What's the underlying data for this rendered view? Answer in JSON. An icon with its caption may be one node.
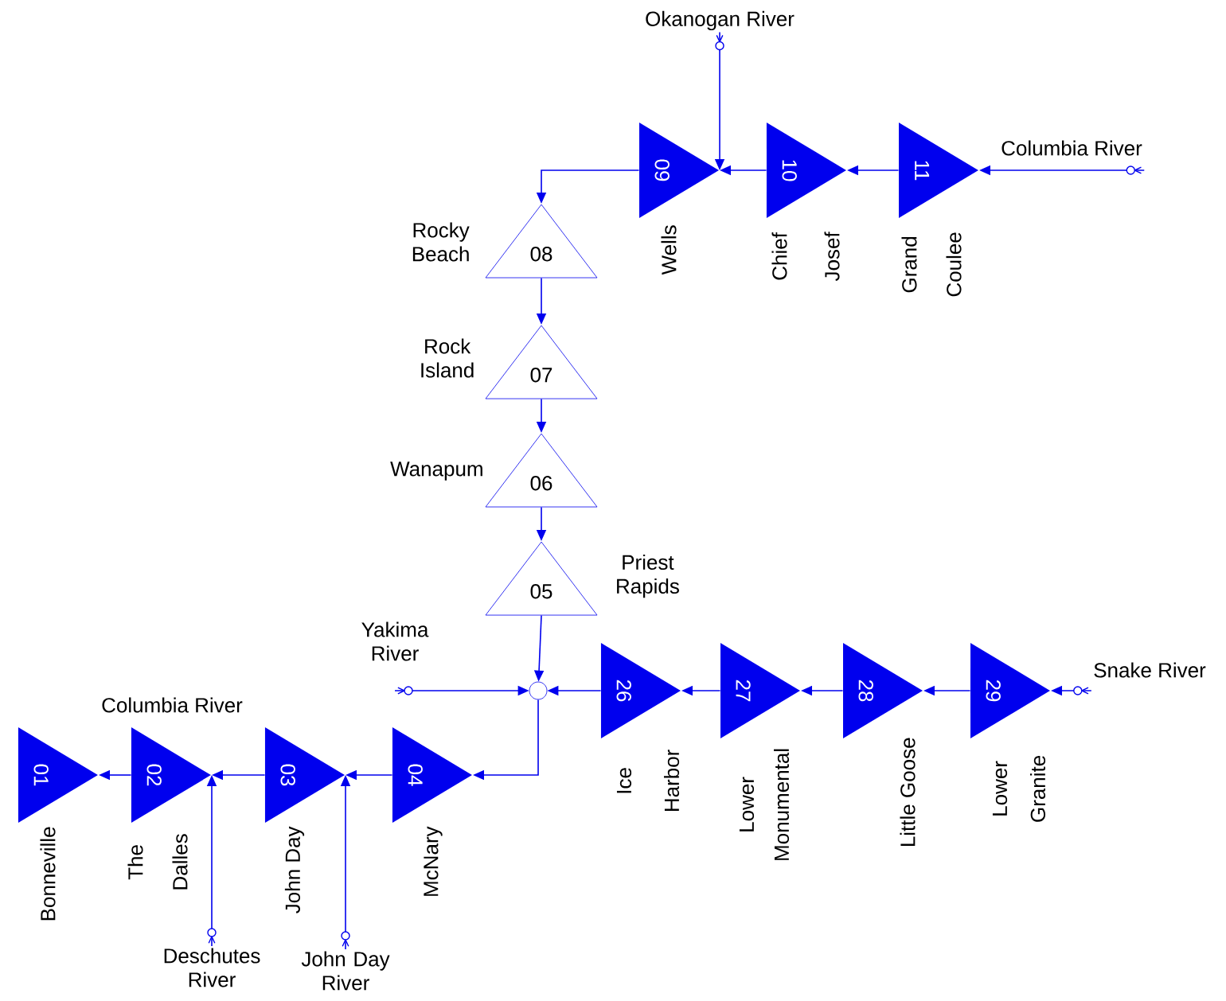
{
  "diagram": {
    "nodes": [
      {
        "text": [
          "Okanogan River"
        ]
      },
      {
        "text": [
          "Columbia River"
        ]
      },
      {
        "text": [
          "11"
        ],
        "beside": [
          "Grand Coulee"
        ]
      },
      {
        "text": [
          "10"
        ],
        "beside": [
          "Chief Josef"
        ]
      },
      {
        "text": [
          "09"
        ],
        "beside": [
          "Wells"
        ]
      },
      {
        "text": [
          "08"
        ],
        "beside": [
          "Rocky Beach"
        ]
      },
      {
        "text": [
          "07"
        ],
        "beside": [
          "Rock Island"
        ]
      },
      {
        "text": [
          "06"
        ],
        "beside": [
          "Wanapum"
        ]
      },
      {
        "text": [
          "05"
        ],
        "beside": [
          "Priest Rapids"
        ]
      },
      {
        "text": [
          "Yakima River"
        ]
      },
      {
        "text": [],
        "shape": "circle"
      },
      {
        "text": [
          "Snake River"
        ]
      },
      {
        "text": [
          "29"
        ],
        "beside": [
          "Lower Granite"
        ]
      },
      {
        "text": [
          "28"
        ],
        "beside": [
          "Little Goose"
        ]
      },
      {
        "text": [
          "27"
        ],
        "beside": [
          "Lower Monumental"
        ]
      },
      {
        "text": [
          "26"
        ],
        "beside": [
          "Ice Harbor"
        ]
      },
      {
        "text": [
          "04"
        ],
        "beside": [
          "McNary"
        ]
      },
      {
        "text": [
          "03"
        ],
        "beside": [
          "John Day"
        ]
      },
      {
        "text": [
          "02"
        ],
        "beside": [
          "The Dalles"
        ]
      },
      {
        "text": [
          "01"
        ],
        "beside": [
          "Bonneville"
        ]
      },
      {
        "text": [
          "Deschutes River"
        ]
      },
      {
        "text": [
          "John Day River"
        ]
      }
    ],
    "edges": [
      {
        "from": 1,
        "to": 2,
        "arrow": "to"
      },
      {
        "from": 2,
        "to": 3,
        "arrow": "to"
      },
      {
        "from": 3,
        "to": 4,
        "arrow": "to"
      },
      {
        "from": 0,
        "to": 4,
        "arrow": "to"
      },
      {
        "from": 4,
        "to": 5,
        "arrow": "to"
      },
      {
        "from": 5,
        "to": 6,
        "arrow": "to"
      },
      {
        "from": 6,
        "to": 7,
        "arrow": "to"
      },
      {
        "from": 7,
        "to": 8,
        "arrow": "to"
      },
      {
        "from": 8,
        "to": 10,
        "arrow": "to"
      },
      {
        "from": 9,
        "to": 10,
        "arrow": "to"
      },
      {
        "from": 11,
        "to": 12,
        "arrow": "to"
      },
      {
        "from": 12,
        "to": 13,
        "arrow": "to"
      },
      {
        "from": 13,
        "to": 14,
        "arrow": "to"
      },
      {
        "from": 14,
        "to": 15,
        "arrow": "to"
      },
      {
        "from": 15,
        "to": 10,
        "arrow": "to"
      },
      {
        "from": 10,
        "to": 16,
        "arrow": "to"
      },
      {
        "from": 16,
        "to": 17,
        "arrow": "to"
      },
      {
        "from": 21,
        "to": 17,
        "arrow": "to"
      },
      {
        "from": 17,
        "to": 18,
        "arrow": "to"
      },
      {
        "from": 20,
        "to": 18,
        "arrow": "to"
      },
      {
        "from": 18,
        "to": 19,
        "arrow": "to"
      }
    ],
    "labels": [
      "Columbia River"
    ]
  }
}
